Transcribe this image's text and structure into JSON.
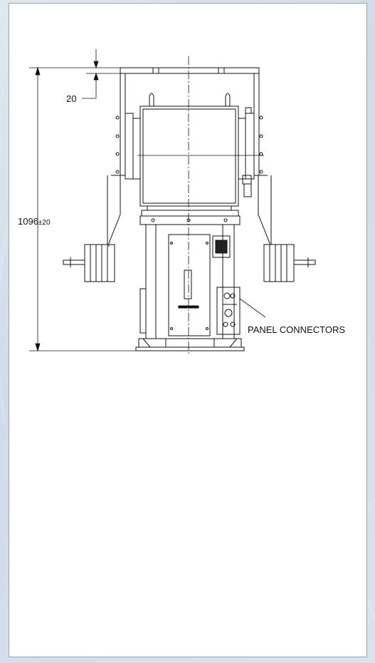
{
  "drawing": {
    "dimension_height": "1096",
    "dimension_tolerance": "±20",
    "dimension_clearance": "20",
    "callout_panel_connectors": "PANEL CONNECTORS"
  }
}
